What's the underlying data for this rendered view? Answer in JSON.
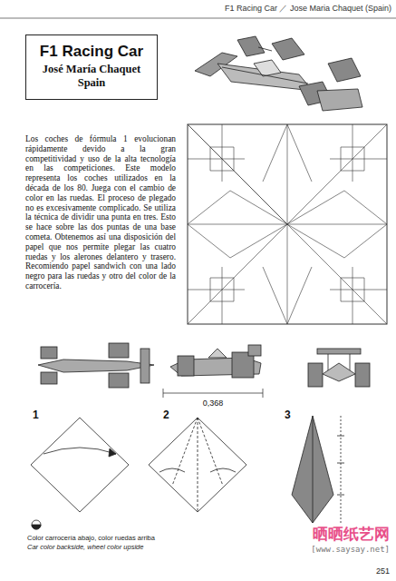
{
  "diagram": {
    "nodes": [
      {
        "text": [
          "F1 Racing Car",
          "José María Chaquet Spain"
        ]
      }
    ],
    "labels": [
      "F1 Racing Car ／ Jose Maria Chaquet (Spain)",
      "Los coches de fórmula 1 evolucionan rápidamente devido a la gran competitividad y uso de la alta tecnología en las competiciones. Este modelo representa los coches utilizados en la década de los 80. Juega con el cambio de color en las ruedas. El proceso de plegado no es excesivamente complicado. Se utiliza la técnica de dividir una punta en tres. Esto se hace sobre las dos puntas de una base cometa. Obtenemos así una disposición del papel que nos permite plegar las cuatro ruedas y los alerones delantero y trasero. Recomiendo papel sandwich con una lado negro para las ruedas y otro del color de la carrocería.",
      "0,368",
      "1",
      "2",
      "3",
      "Color carrocería abajo, color ruedas arriba",
      "Car color backside, wheel color upside",
      "晒晒纸艺网",
      "[www.saysay.net]",
      "251"
    ]
  }
}
